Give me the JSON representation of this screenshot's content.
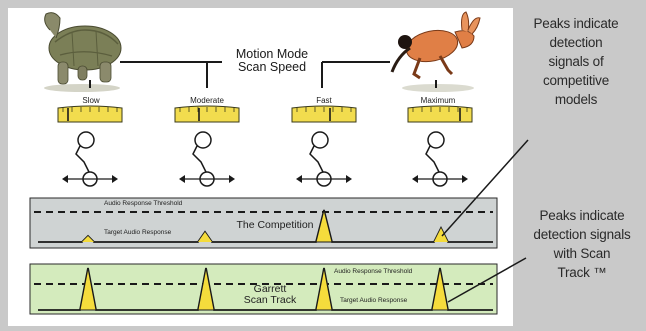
{
  "title": {
    "line1": "Motion Mode",
    "line2": "Scan Speed"
  },
  "speeds": [
    "Slow",
    "Moderate",
    "Fast",
    "Maximum"
  ],
  "competition_track": {
    "threshold_label": "Audio Response Threshold",
    "response_label": "Target Audio Response",
    "center_label": "The Competition"
  },
  "scantrack_track": {
    "threshold_label": "Audio Response Threshold",
    "response_label": "Target Audio Response",
    "center_line1": "Garrett",
    "center_line2": "Scan Track"
  },
  "notes": {
    "competitive": [
      "Peaks indicate",
      "detection",
      "signals of",
      "competitive",
      "models"
    ],
    "scantrack": [
      "Peaks indicate",
      "detection signals",
      "with Scan",
      "Track ™"
    ]
  },
  "colors": {
    "competition_band": "#cfd3d3",
    "scantrack_band": "#d4ebbd",
    "peak": "#f5dc3c",
    "gauge": "#f2dc4e"
  },
  "icons": {
    "slow": "tortoise-icon",
    "fast": "hare-icon"
  }
}
